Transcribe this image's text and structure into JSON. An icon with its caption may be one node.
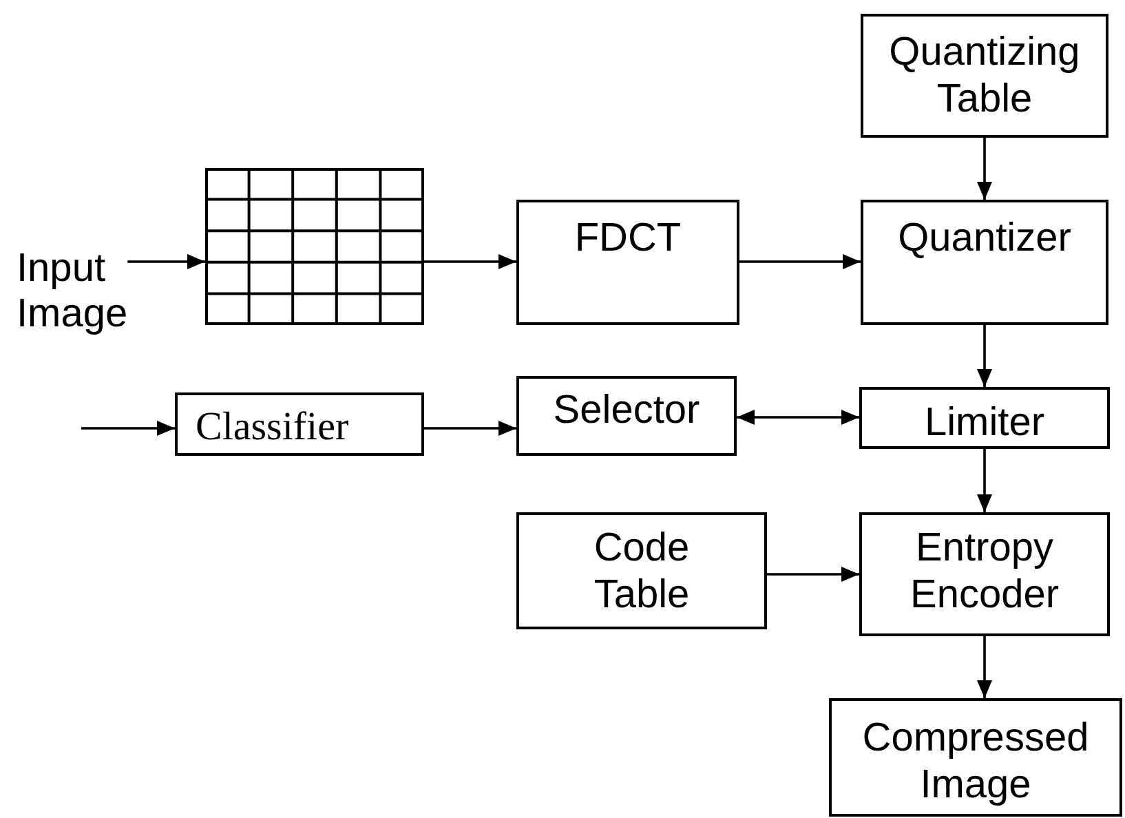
{
  "diagram": {
    "nodes": [
      {
        "text": [
          "Quantizing Table"
        ]
      },
      {
        "text": [
          "Input Image"
        ]
      },
      {
        "text": [],
        "shape": "grid"
      },
      {
        "text": [
          "FDCT"
        ]
      },
      {
        "text": [
          "Quantizer"
        ]
      },
      {
        "text": [
          "Classifier"
        ]
      },
      {
        "text": [
          "Selector"
        ]
      },
      {
        "text": [
          "Limiter"
        ]
      },
      {
        "text": [
          "Code Table"
        ]
      },
      {
        "text": [
          "Entropy Encoder"
        ]
      },
      {
        "text": [
          "Compressed Image"
        ]
      }
    ],
    "edges": [
      {
        "from": 1,
        "to": 2,
        "arrow": "to"
      },
      {
        "from": 2,
        "to": 3,
        "arrow": "to"
      },
      {
        "from": 3,
        "to": 4,
        "arrow": "to"
      },
      {
        "from": 0,
        "to": 4,
        "arrow": "to"
      },
      {
        "from": 4,
        "to": 7,
        "arrow": "to"
      },
      {
        "from": null,
        "to": 5,
        "arrow": "to"
      },
      {
        "from": 5,
        "to": 6,
        "arrow": "to"
      },
      {
        "from": 6,
        "to": 7,
        "arrow": "both"
      },
      {
        "from": 7,
        "to": 9,
        "arrow": "to"
      },
      {
        "from": 8,
        "to": 9,
        "arrow": "to"
      },
      {
        "from": 9,
        "to": 10,
        "arrow": "to"
      }
    ]
  }
}
